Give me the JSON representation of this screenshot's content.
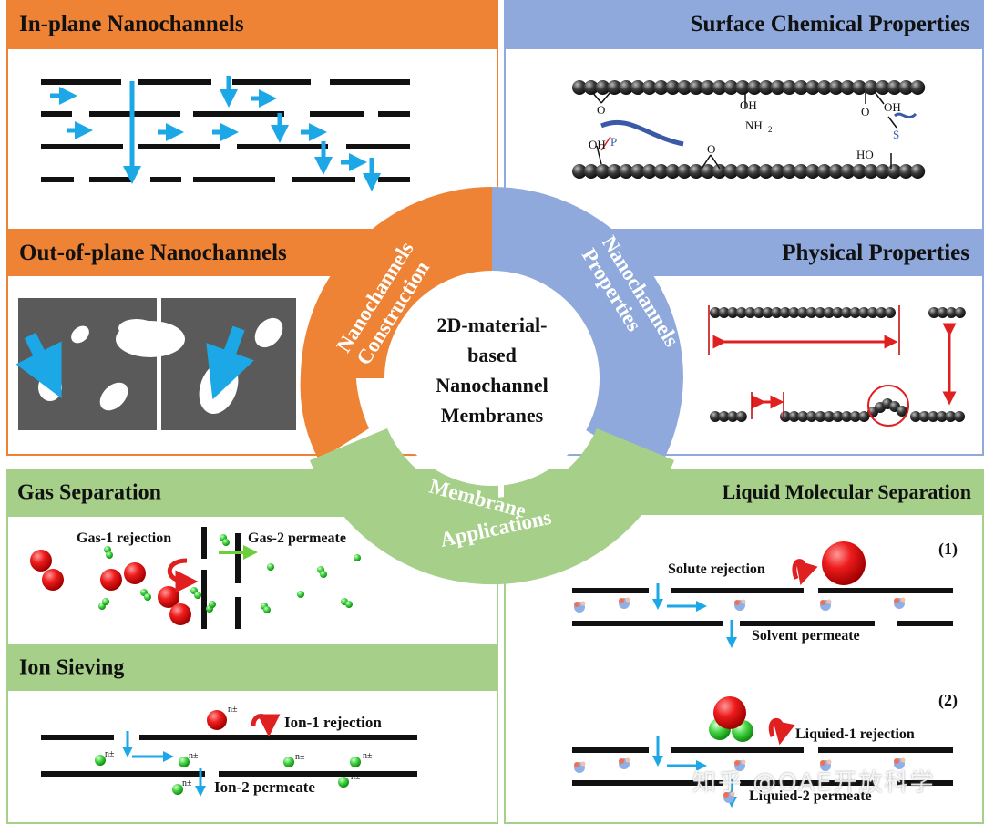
{
  "colors": {
    "orange": "#ee8235",
    "blue": "#8fa9dc",
    "green": "#a6cf8a",
    "cyan_arrow": "#1ca8e6",
    "red": "#e02020",
    "dark_bg": "#5a5a5a",
    "ball_green": "#33cc33"
  },
  "panels": {
    "in_plane": {
      "title": "In-plane Nanochannels"
    },
    "out_of_plane": {
      "title": "Out-of-plane Nanochannels"
    },
    "surface_chem": {
      "title": "Surface Chemical Properties",
      "groups": [
        "O",
        "OH",
        "NH",
        "2",
        "O",
        "OH",
        "OH",
        "P",
        "S",
        "O",
        "HO"
      ]
    },
    "physical": {
      "title": "Physical Properties"
    },
    "gas_sep": {
      "title": "Gas Separation",
      "rejection_label": "Gas-1 rejection",
      "permeate_label": "Gas-2 permeate"
    },
    "ion_sieving": {
      "title": "Ion Sieving",
      "rejection_label": "Ion-1 rejection",
      "permeate_label": "Ion-2 permeate",
      "charge": "n±"
    },
    "liquid_sep": {
      "title": "Liquid Molecular Separation",
      "case1": {
        "number": "(1)",
        "rejection_label": "Solute rejection",
        "permeate_label": "Solvent permeate"
      },
      "case2": {
        "number": "(2)",
        "rejection_label": "Liquied-1 rejection",
        "permeate_label": "Liquied-2 permeate"
      }
    }
  },
  "ring": {
    "construction": [
      "Nanochannels",
      "Construction"
    ],
    "properties": [
      "Nanochannels",
      "Properties"
    ],
    "applications": [
      "Membrane",
      "Applications"
    ]
  },
  "center": {
    "lines": [
      "2D-material-",
      "based",
      "Nanochannel",
      "Membranes"
    ]
  },
  "watermark": "知乎 @OAE开放科学"
}
